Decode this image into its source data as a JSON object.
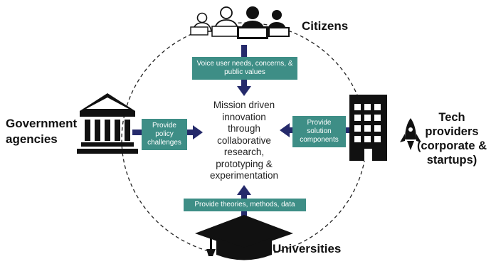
{
  "actors": {
    "citizens": "Citizens",
    "government": "Government\nagencies",
    "tech": "Tech providers\n(corporate &\nstartups)",
    "universities": "Universities"
  },
  "flows": {
    "citizens": "Voice user needs, concerns, &\npublic values",
    "government": "Provide\npolicy\nchallenges",
    "tech": "Provide\nsolution\ncomponents",
    "universities": "Provide theories, methods, data"
  },
  "center_text": "Mission driven\ninnovation\nthrough\ncollaborative\nresearch,\nprototyping &\nexperimentation",
  "icons": {
    "citizens": "people-with-laptops-icon",
    "government": "government-building-icon",
    "tech": "office-building-icon",
    "startup": "rocket-icon",
    "universities": "graduation-cap-icon"
  },
  "colors": {
    "box": "#3e8e86",
    "arrow": "#252a6b",
    "ink": "#111111"
  }
}
